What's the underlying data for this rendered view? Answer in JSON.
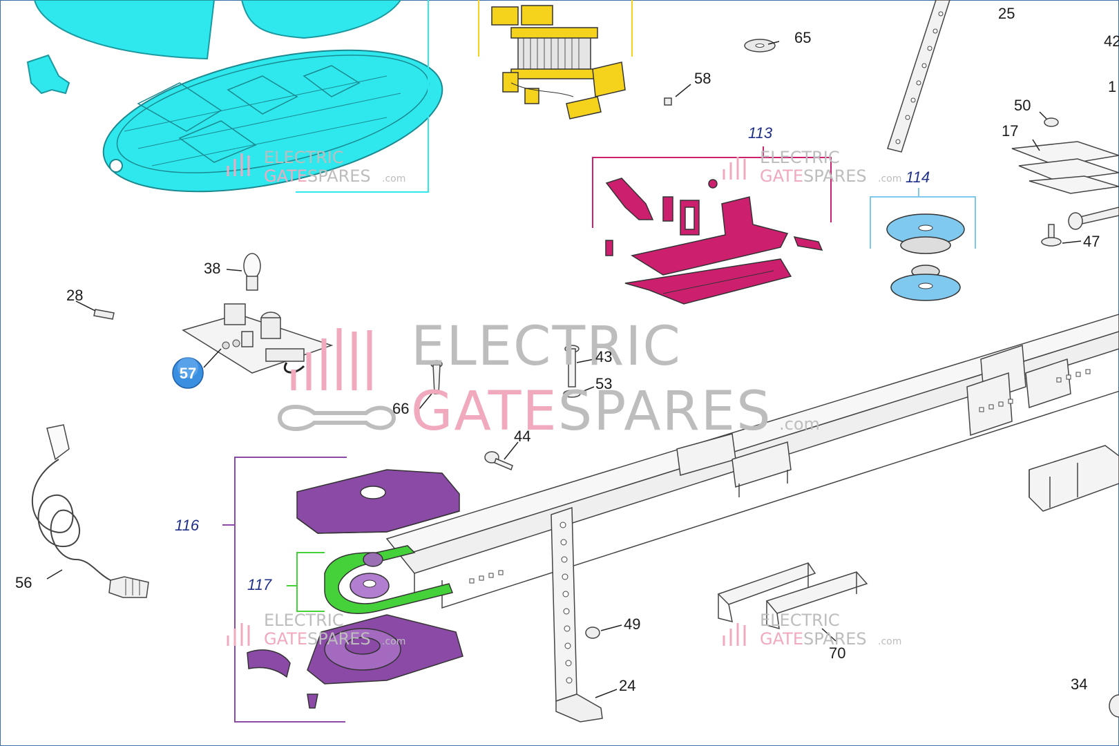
{
  "watermark": {
    "line1": "ELECTRIC",
    "line2a": "GATE",
    "line2b": "SPARES",
    "suffix": ".com"
  },
  "callouts": {
    "c25": "25",
    "c42": "42",
    "c1": "1",
    "c65": "65",
    "c58": "58",
    "c50": "50",
    "c17": "17",
    "c47": "47",
    "c38": "38",
    "c28": "28",
    "c57": "57",
    "c43": "43",
    "c53": "53",
    "c66": "66",
    "c44": "44",
    "c56": "56",
    "c49": "49",
    "c24": "24",
    "c70": "70",
    "c34": "34"
  },
  "groups": {
    "g113": "113",
    "g114": "114",
    "g116": "116",
    "g117": "117"
  },
  "colors": {
    "cyan": "#2ee8ee",
    "yellow": "#f5d21c",
    "magenta": "#cc1f6e",
    "lightblue": "#7fc8ee",
    "purple": "#8a4aa6",
    "green": "#44d13a",
    "watermark_grey": "#bdbdbd",
    "watermark_pink": "#f0a9bd"
  }
}
